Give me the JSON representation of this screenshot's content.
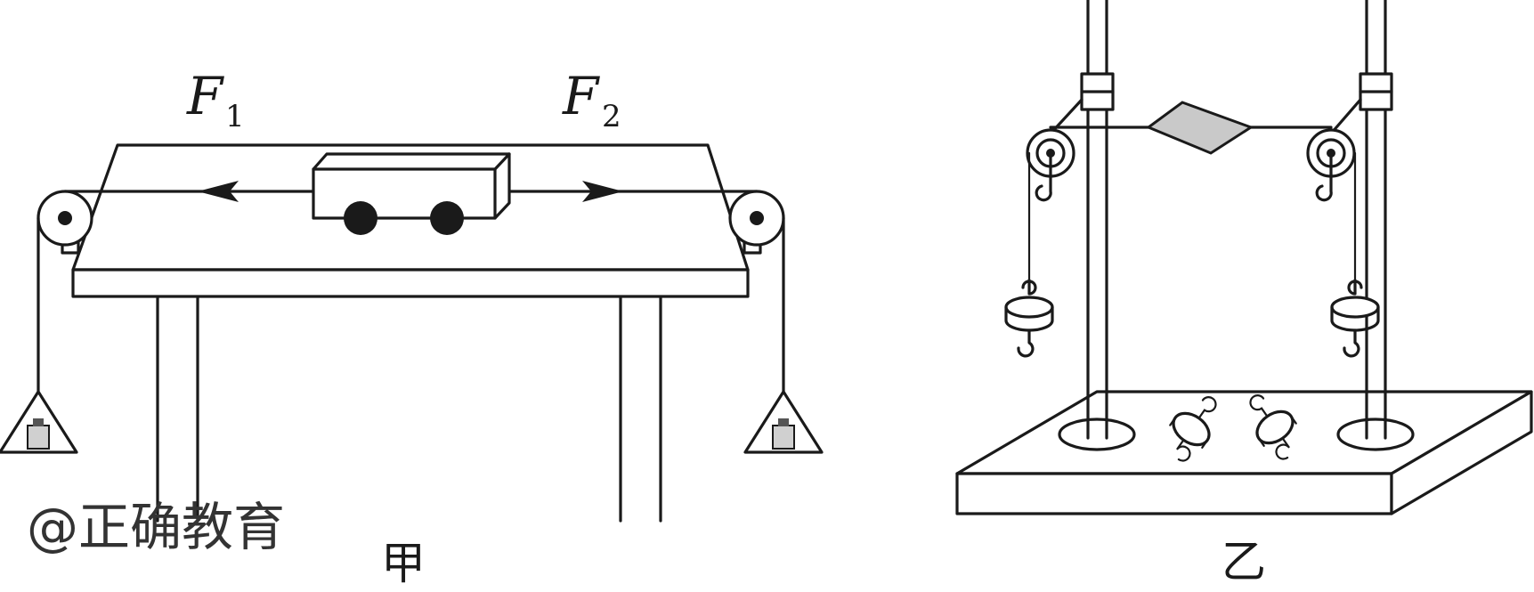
{
  "figure_a": {
    "force_left": {
      "symbol": "F",
      "subscript": "1"
    },
    "force_right": {
      "symbol": "F",
      "subscript": "2"
    },
    "caption": "甲"
  },
  "figure_b": {
    "caption": "乙"
  },
  "watermark": "@正确教育"
}
